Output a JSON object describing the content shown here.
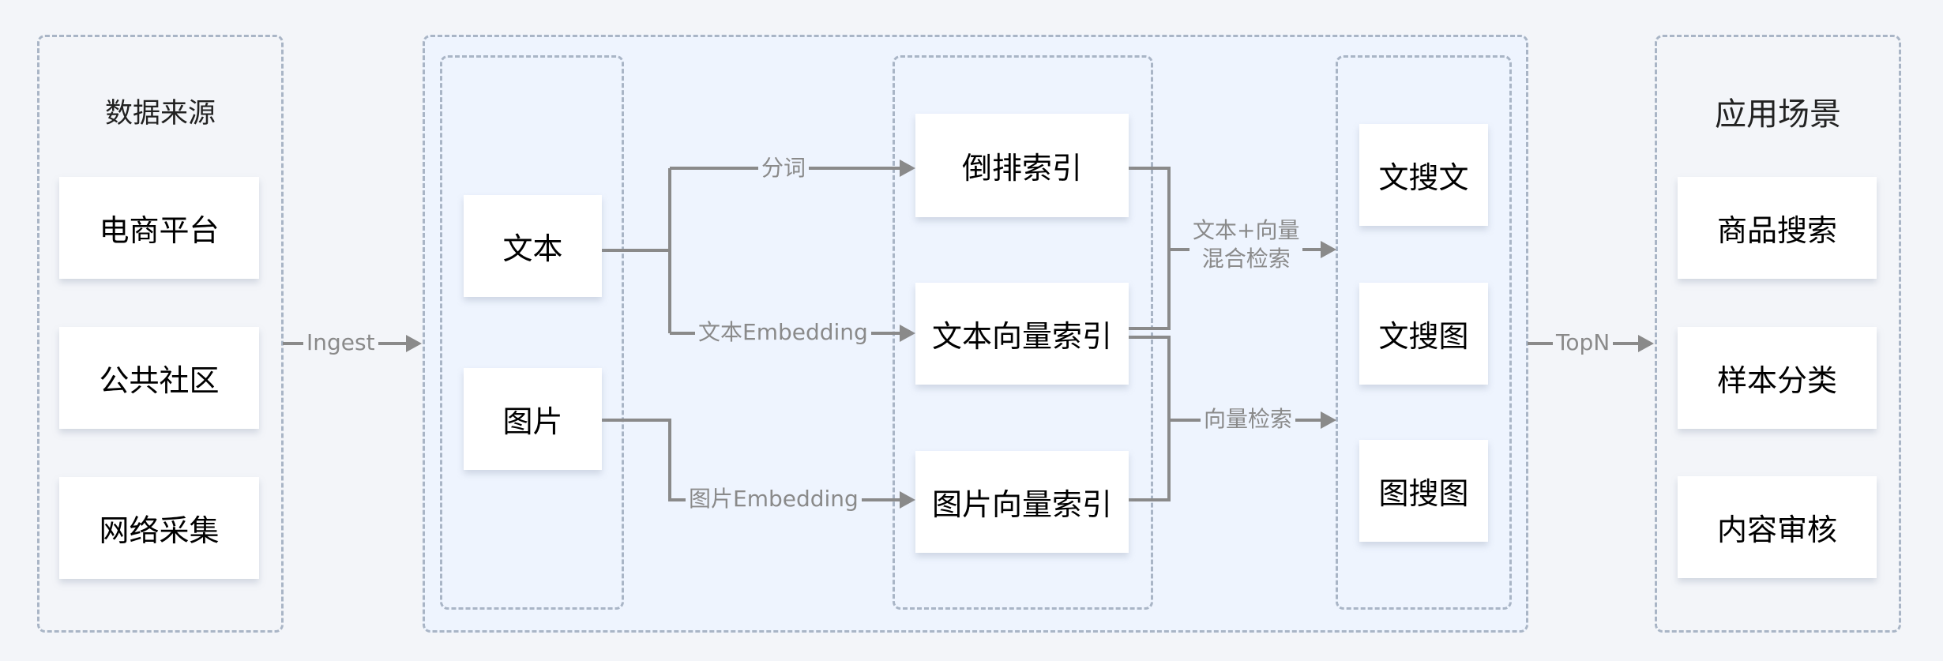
{
  "sources": {
    "title": "数据来源",
    "items": [
      "电商平台",
      "公共社区",
      "网络采集"
    ]
  },
  "ingest_label": "Ingest",
  "inputs": {
    "items": [
      "文本",
      "图片"
    ]
  },
  "edges": {
    "tokenize": "分词",
    "text_embedding": "文本Embedding",
    "image_embedding": "图片Embedding",
    "hybrid_search_line1": "文本+向量",
    "hybrid_search_line2": "混合检索",
    "vector_search": "向量检索"
  },
  "indexes": {
    "items": [
      "倒排索引",
      "文本向量索引",
      "图片向量索引"
    ]
  },
  "search_modes": {
    "items": [
      "文搜文",
      "文搜图",
      "图搜图"
    ]
  },
  "topn_label": "TopN",
  "applications": {
    "title": "应用场景",
    "items": [
      "商品搜索",
      "样本分类",
      "内容审核"
    ]
  }
}
